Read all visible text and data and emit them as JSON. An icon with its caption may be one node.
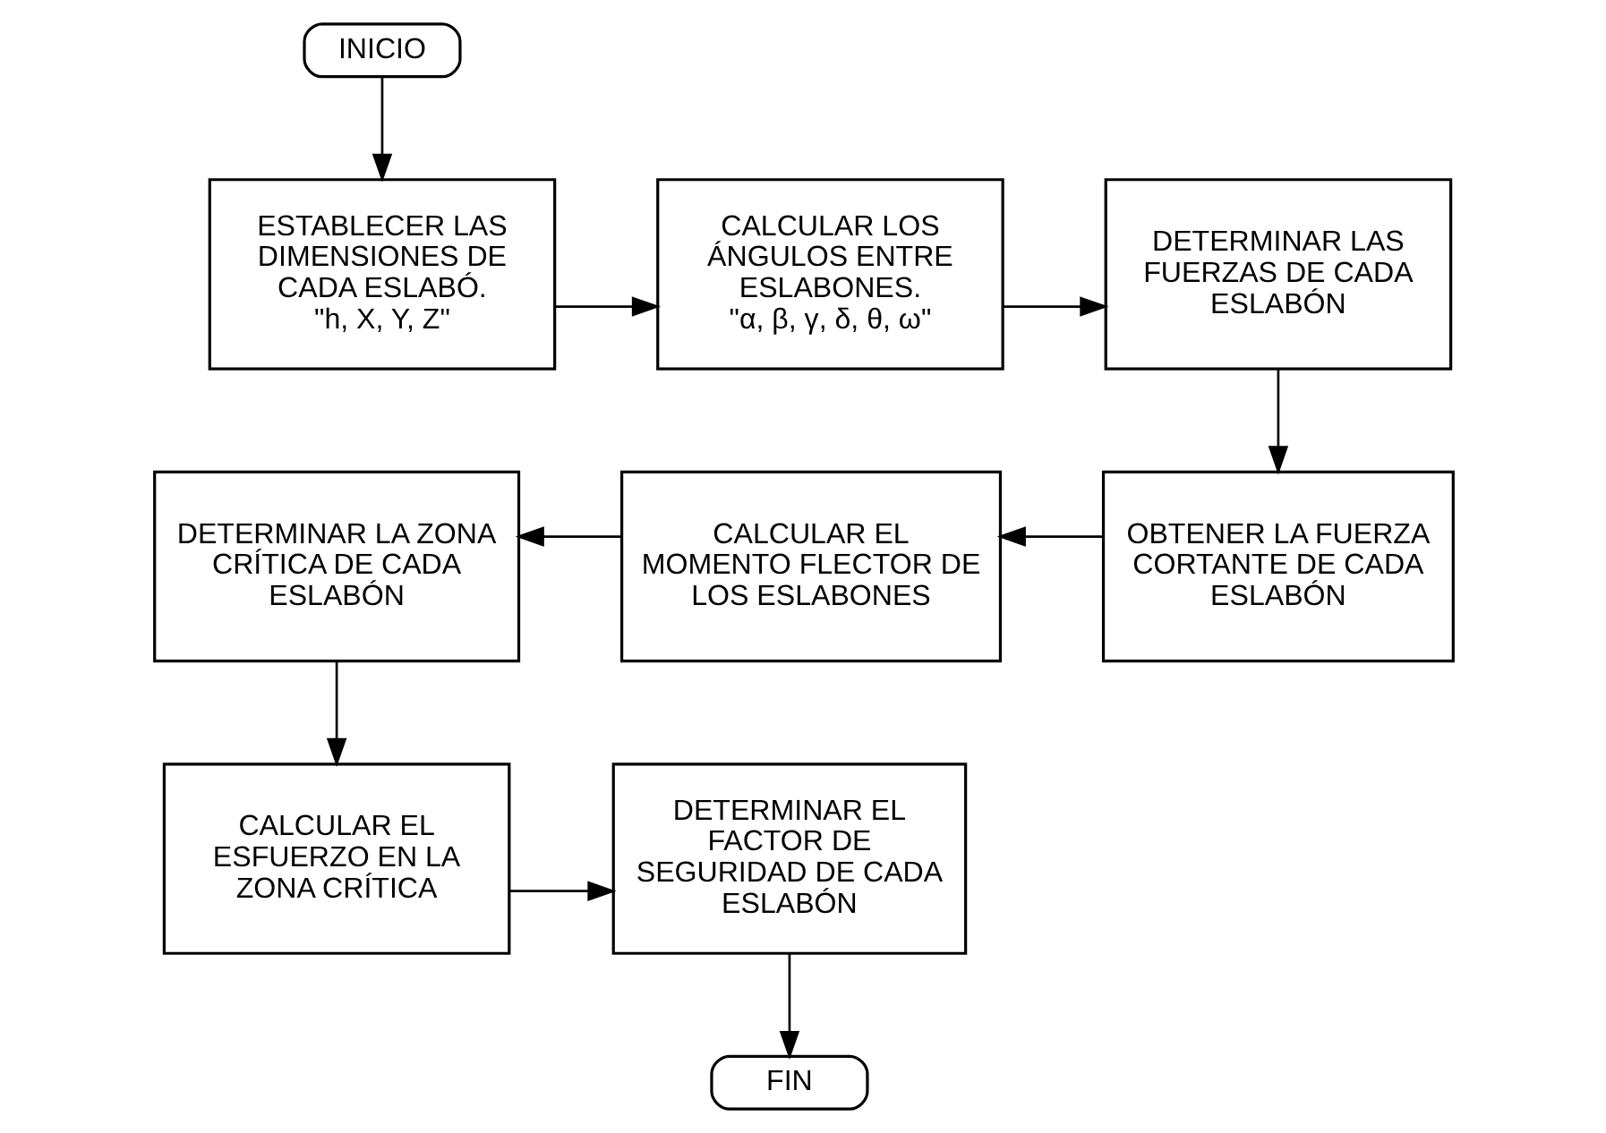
{
  "diagram": {
    "nodes": [
      {
        "text": [
          "INICIO"
        ]
      },
      {
        "text": [
          "ESTABLECER LAS DIMENSIONES DE CADA ESLABÓ.",
          "\"h, X, Y, Z\""
        ]
      },
      {
        "text": [
          "CALCULAR LOS ÁNGULOS ENTRE ESLABONES.",
          "\"α, β, γ, δ, θ, ω\""
        ]
      },
      {
        "text": [
          "DETERMINAR LAS FUERZAS DE CADA ESLABÓN"
        ]
      },
      {
        "text": [
          "OBTENER LA FUERZA CORTANTE DE CADA ESLABÓN"
        ]
      },
      {
        "text": [
          "CALCULAR EL MOMENTO FLECTOR DE LOS ESLABONES"
        ]
      },
      {
        "text": [
          "DETERMINAR LA ZONA CRÍTICA DE CADA ESLABÓN"
        ]
      },
      {
        "text": [
          "CALCULAR EL ESFUERZO EN LA ZONA CRÍTICA"
        ]
      },
      {
        "text": [
          "DETERMINAR EL FACTOR DE SEGURIDAD DE CADA ESLABÓN"
        ]
      },
      {
        "text": [
          "FIN"
        ]
      }
    ],
    "edges": [
      {
        "from": 0,
        "to": 1,
        "arrow": "to"
      },
      {
        "from": 1,
        "to": 2,
        "arrow": "to"
      },
      {
        "from": 2,
        "to": 3,
        "arrow": "to"
      },
      {
        "from": 3,
        "to": 4,
        "arrow": "to"
      },
      {
        "from": 4,
        "to": 5,
        "arrow": "to"
      },
      {
        "from": 5,
        "to": 6,
        "arrow": "to"
      },
      {
        "from": 6,
        "to": 7,
        "arrow": "to"
      },
      {
        "from": 7,
        "to": 8,
        "arrow": "to"
      },
      {
        "from": 8,
        "to": 9,
        "arrow": "to"
      }
    ]
  }
}
